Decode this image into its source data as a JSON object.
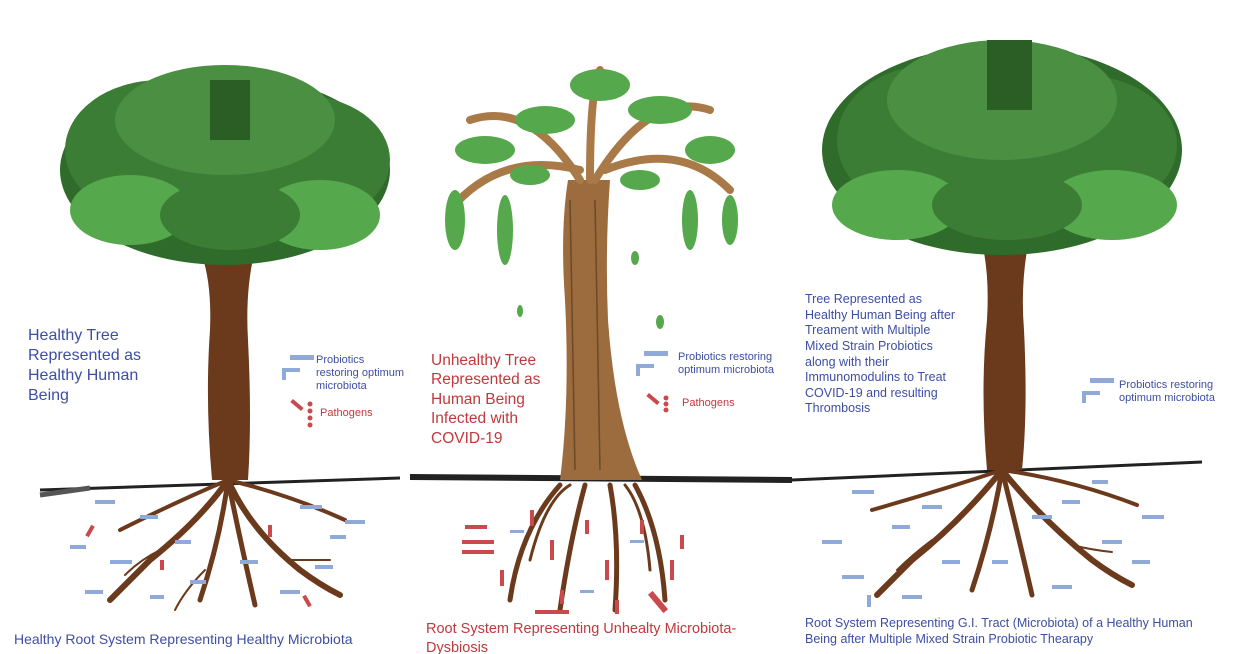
{
  "panels": [
    {
      "tree_label": "Healthy Tree Represented as Healthy Human Being",
      "legend_probiotic": "Probiotics restoring optimum microbiota",
      "legend_pathogen": "Pathogens",
      "root_label": "Healthy Root System Representing Healthy Microbiota"
    },
    {
      "tree_label": "Unhealthy Tree Represented as Human Being Infected with COVID-19",
      "legend_probiotic": "Probiotics restoring optimum microbiota",
      "legend_pathogen": "Pathogens",
      "root_label": "Root System Representing Unhealty Microbiota-Dysbiosis"
    },
    {
      "tree_label": "Tree Represented as Healthy Human Being after Treament with Multiple Mixed Strain Probiotics along with their Immunomodulins to Treat COVID-19 and resulting Thrombosis",
      "legend_probiotic": "Probiotics restoring optimum microbiota",
      "root_label": "Root System Representing G.I. Tract (Microbiota) of a Healthy Human Being after Multiple Mixed Strain Probiotic Thearapy"
    }
  ],
  "colors": {
    "caption_blue": "#3d4ea3",
    "caption_red": "#c0393d",
    "foliage_dark": "#2f6b2a",
    "foliage_light": "#55a84c",
    "trunk": "#6b3a1c",
    "trunk_sick": "#9c6b3e",
    "probiotic": "#8fa9d8",
    "pathogen": "#c9494c"
  }
}
